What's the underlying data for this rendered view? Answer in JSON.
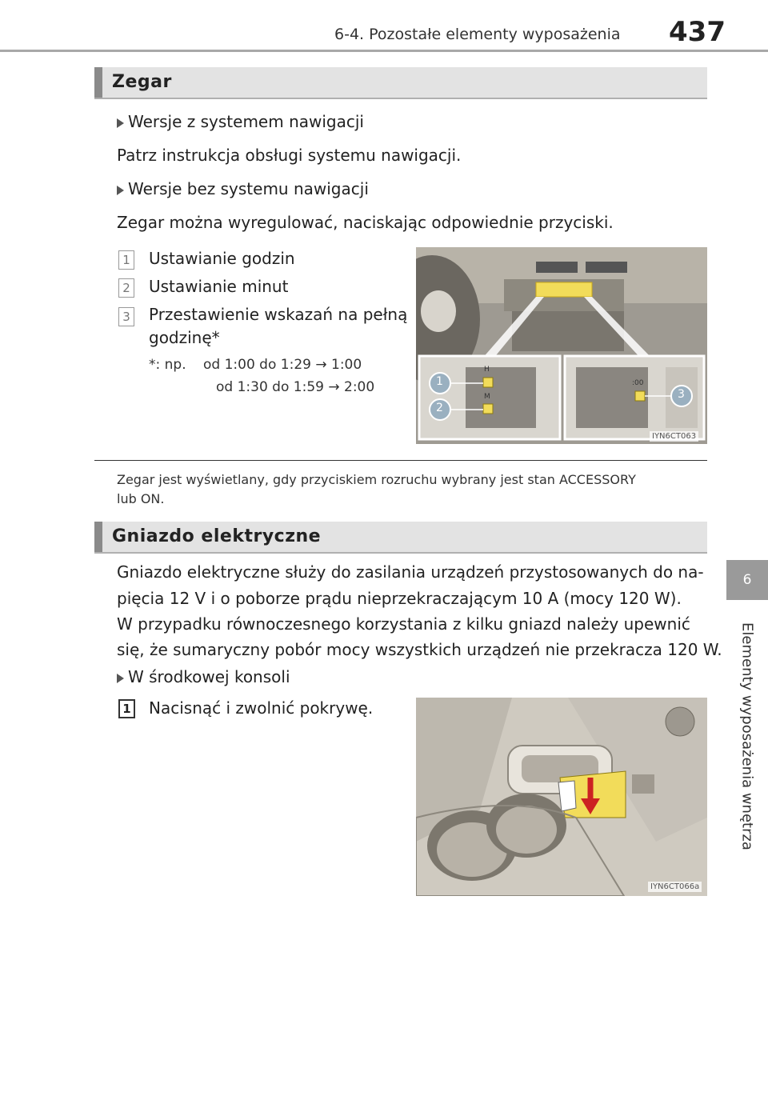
{
  "header": {
    "title": "6-4. Pozostałe elementy wyposażenia",
    "page_number": "437"
  },
  "side_tab": {
    "chapter_number": "6",
    "chapter_title": "Elementy wyposażenia wnętrza"
  },
  "section_clock": {
    "heading": "Zegar",
    "bullet_nav": "Wersje z systemem nawigacji",
    "text_nav": "Patrz instrukcja obsługi systemu nawigacji.",
    "bullet_no_nav": "Wersje bez systemu nawigacji",
    "text_no_nav": "Zegar można wyregulować, naciskając odpowiednie przyciski.",
    "items": [
      {
        "num": "1",
        "label": "Ustawianie godzin"
      },
      {
        "num": "2",
        "label": "Ustawianie minut"
      },
      {
        "num": "3",
        "label": "Przestawienie wskazań na pełną",
        "label_line2": "godzinę*"
      }
    ],
    "footnote_prefix": "*: np.",
    "footnote_line1": "od 1:00 do 1:29 → 1:00",
    "footnote_line2": "od 1:30 do 1:59 → 2:00",
    "figure_code": "IYN6CT063",
    "figure_labels": {
      "h": "H",
      "m": "M",
      "zero": ":00"
    },
    "note": "Zegar jest wyświetlany, gdy przyciskiem rozruchu wybrany jest stan ACCESSORY",
    "note_line2": "lub ON."
  },
  "section_socket": {
    "heading": "Gniazdo elektryczne",
    "para_line1": "Gniazdo elektryczne służy do zasilania urządzeń przystosowanych do na-",
    "para_line2": "pięcia 12 V i o poborze prądu nieprzekraczającym 10 A (mocy 120 W).",
    "para_line3": "W przypadku równoczesnego korzystania z kilku gniazd należy upewnić",
    "para_line4": "się, że sumaryczny pobór mocy wszystkich urządzeń nie przekracza 120 W.",
    "bullet_center": "W środkowej konsoli",
    "step_num": "1",
    "step_text": "Nacisnąć i zwolnić pokrywę.",
    "figure_code": "IYN6CT066a"
  },
  "colors": {
    "highlight_yellow": "#f2dc5a",
    "section_bar": "#8a8a8a",
    "section_bg": "#e3e3e3"
  }
}
